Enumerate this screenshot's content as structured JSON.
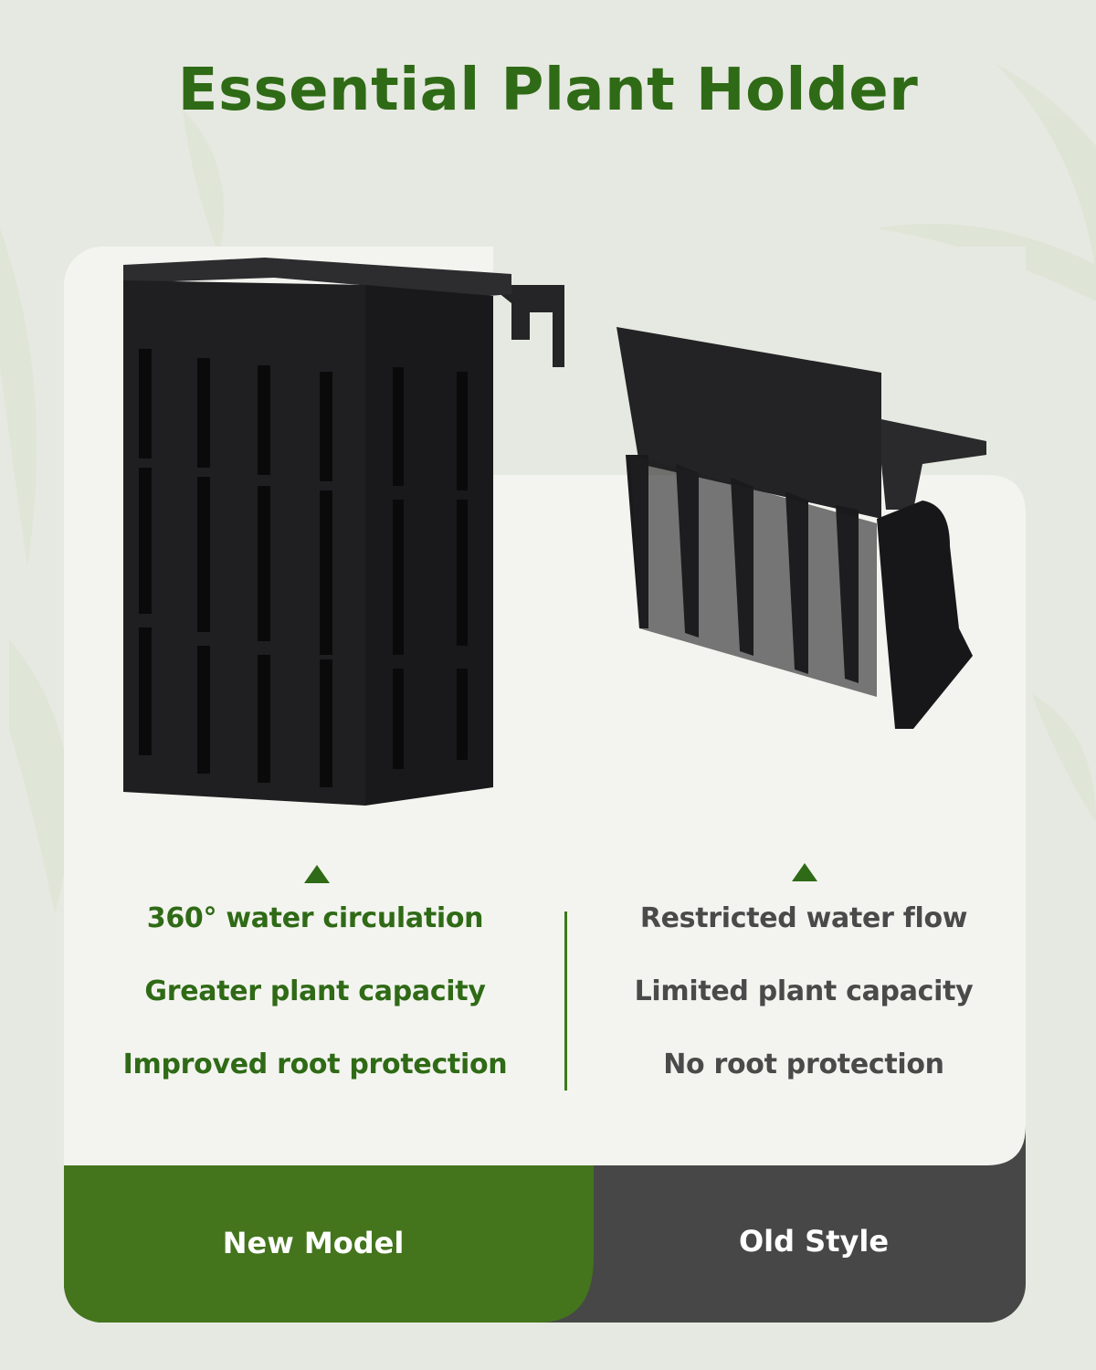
{
  "title": "Essential Plant Holder",
  "colors": {
    "title_green": "#2f6a16",
    "panel_green": "#44751d",
    "panel_dark": "#474747",
    "card_light": "#f3f4ef",
    "holder_black": "#1f1f21"
  },
  "new_model": {
    "label": "New Model",
    "features": [
      "360° water circulation",
      "Greater plant capacity",
      "Improved root protection"
    ]
  },
  "old_style": {
    "label": "Old Style",
    "features": [
      "Restricted water flow",
      "Limited plant capacity",
      "No root protection"
    ]
  }
}
